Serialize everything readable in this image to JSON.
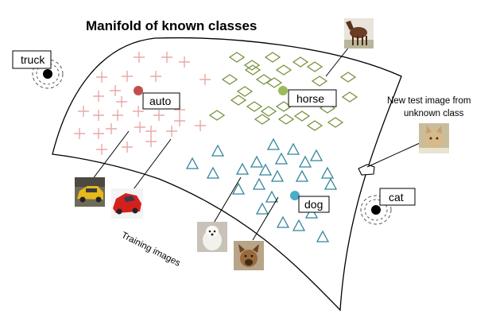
{
  "title": "Manifold of known classes",
  "annotations": {
    "training_images": "Training images",
    "new_test_line1": "New test image from",
    "new_test_line2": "unknown class"
  },
  "classes": [
    {
      "id": "auto",
      "label": "auto",
      "marker": "plus",
      "center_color": "#c0504d"
    },
    {
      "id": "horse",
      "label": "horse",
      "marker": "diamond",
      "center_color": "#9bbb59"
    },
    {
      "id": "dog",
      "label": "dog",
      "marker": "triangle",
      "center_color": "#4bacc6"
    }
  ],
  "unknown_classes": [
    {
      "id": "truck",
      "label": "truck"
    },
    {
      "id": "cat",
      "label": "cat"
    }
  ],
  "colors": {
    "plus_marker": "#e8a8a8",
    "diamond_marker": "#76923c",
    "triangle_marker": "#31849b",
    "outline": "#000000"
  },
  "images": [
    {
      "id": "horse-photo",
      "icon": "horse-thumbnail-icon"
    },
    {
      "id": "cat-photo",
      "icon": "cat-thumbnail-icon"
    },
    {
      "id": "yellow-car-photo",
      "icon": "car-thumbnail-icon"
    },
    {
      "id": "red-car-photo",
      "icon": "car-thumbnail-icon"
    },
    {
      "id": "white-dog-photo",
      "icon": "dog-thumbnail-icon"
    },
    {
      "id": "brown-dog-photo",
      "icon": "dog-thumbnail-icon"
    }
  ]
}
